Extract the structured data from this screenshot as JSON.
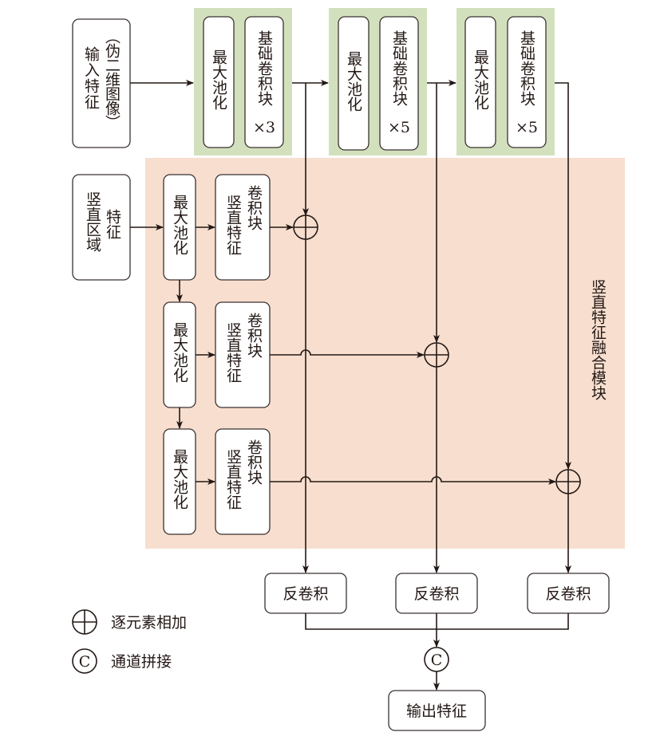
{
  "colors": {
    "stage_bg": "#d3e0bd",
    "module_bg": "#f7dece",
    "line": "#231815",
    "box_fill": "#ffffff"
  },
  "input": {
    "label_main": "输入特征",
    "label_paren": "（伪二维图像）"
  },
  "stages": [
    {
      "pool": "最大池化",
      "conv": "基础卷积块",
      "repeat": "×3"
    },
    {
      "pool": "最大池化",
      "conv": "基础卷积块",
      "repeat": "×5"
    },
    {
      "pool": "最大池化",
      "conv": "基础卷积块",
      "repeat": "×5"
    }
  ],
  "vertical_input": {
    "col1": "竖直区域",
    "col2": "特征"
  },
  "vertical_branches": [
    {
      "pool": "最大池化",
      "conv_col1": "竖直特征",
      "conv_col2": "卷积块"
    },
    {
      "pool": "最大池化",
      "conv_col1": "竖直特征",
      "conv_col2": "卷积块"
    },
    {
      "pool": "最大池化",
      "conv_col1": "竖直特征",
      "conv_col2": "卷积块"
    }
  ],
  "module_label": "竖直特征融合模块",
  "deconv": [
    "反卷积",
    "反卷积",
    "反卷积"
  ],
  "concat_symbol": "C",
  "output": "输出特征",
  "legend": [
    {
      "icon": "circle-plus-icon",
      "label": "逐元素相加"
    },
    {
      "icon": "circle-c-icon",
      "label": "通道拼接"
    }
  ]
}
